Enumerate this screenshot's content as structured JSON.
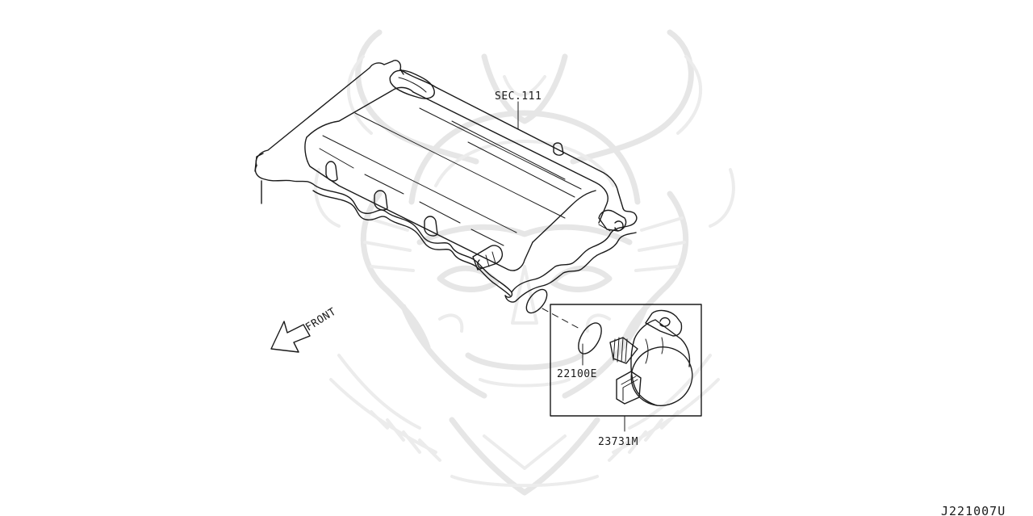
{
  "diagram": {
    "labels": {
      "section_ref": "SEC.111",
      "seal_part": "22100E",
      "sensor_part": "23731M",
      "front": "FRONT",
      "figure_code": "J221007U"
    },
    "watermark": "samurai-helmet-logo",
    "colors": {
      "ink": "#1a1a1a",
      "watermark": "#e6e6e6",
      "background": "#ffffff"
    }
  }
}
